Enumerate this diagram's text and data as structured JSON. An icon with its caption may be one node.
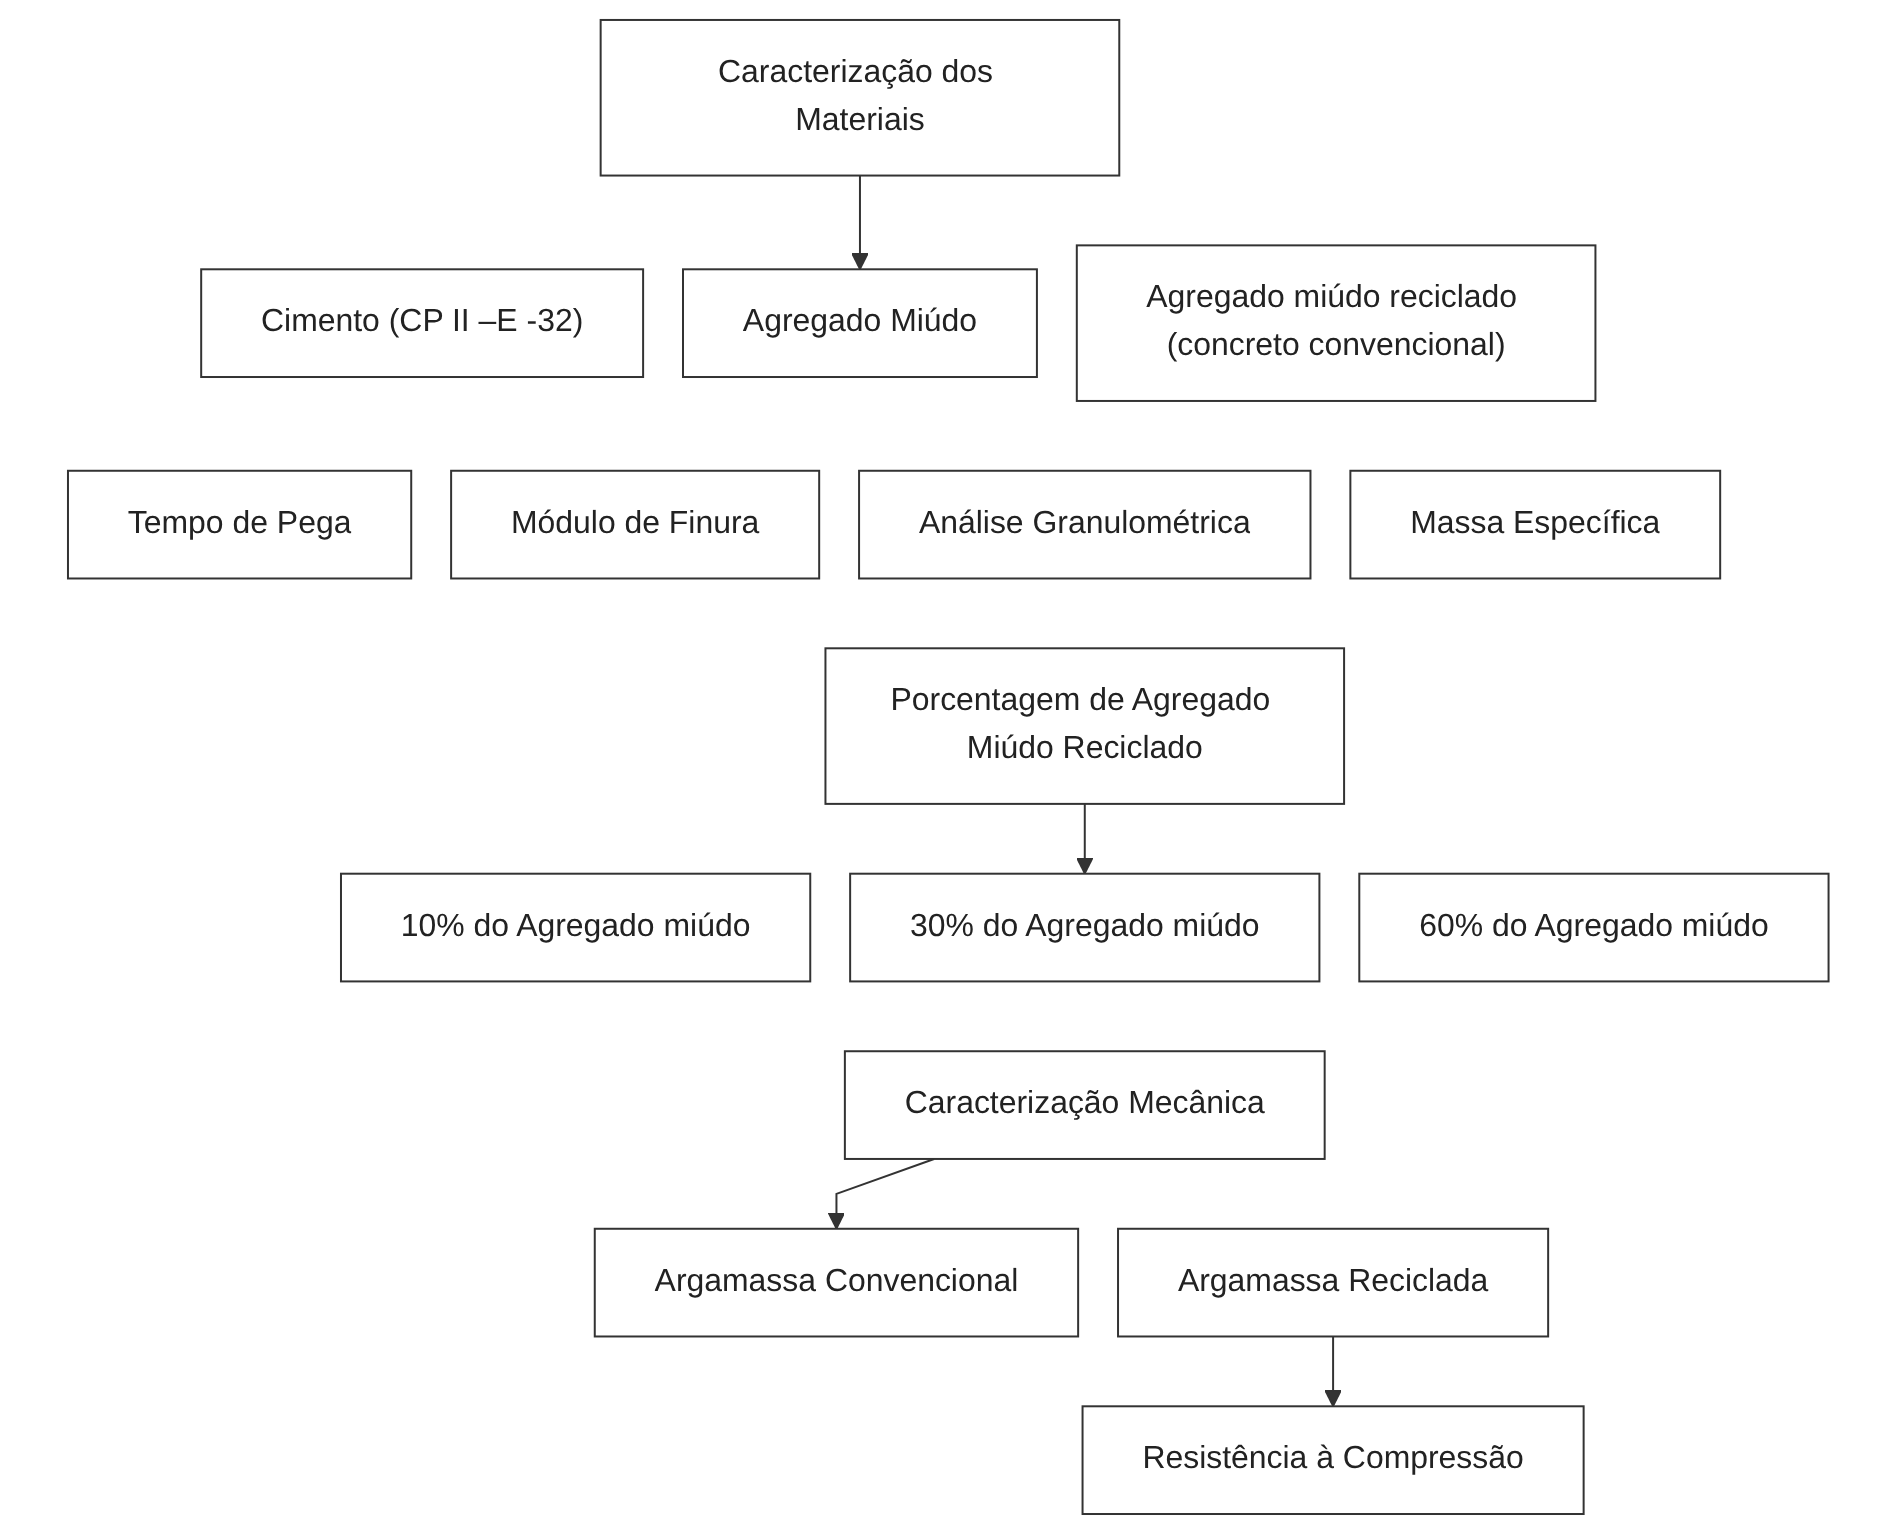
{
  "diagram": {
    "nodes": [
      {
        "text": [
          "Caracterização dos Materiais"
        ]
      },
      {
        "text": [
          "Cimento (CP II –E -32)"
        ]
      },
      {
        "text": [
          "Agregado Miúdo"
        ]
      },
      {
        "text": [
          "Agregado miúdo reciclado (concreto convencional)"
        ]
      },
      {
        "text": [
          "Tempo de Pega"
        ]
      },
      {
        "text": [
          "Módulo de Finura"
        ]
      },
      {
        "text": [
          "Análise Granulométrica"
        ]
      },
      {
        "text": [
          "Massa Específica"
        ]
      },
      {
        "text": [
          "Porcentagem de Agregado Miúdo Reciclado"
        ]
      },
      {
        "text": [
          "10% do Agregado miúdo"
        ]
      },
      {
        "text": [
          "30% do Agregado miúdo"
        ]
      },
      {
        "text": [
          "60% do Agregado miúdo"
        ]
      },
      {
        "text": [
          "Caracterização Mecânica"
        ]
      },
      {
        "text": [
          "Argamassa Convencional"
        ]
      },
      {
        "text": [
          "Argamassa Reciclada"
        ]
      },
      {
        "text": [
          "Resistência à Compressão"
        ]
      }
    ],
    "edges": [
      {
        "from": 0,
        "to": 2,
        "arrow": "to"
      },
      {
        "from": 8,
        "to": 10,
        "arrow": "to"
      },
      {
        "from": 12,
        "to": 13,
        "arrow": "to"
      },
      {
        "from": 14,
        "to": 15,
        "arrow": "to"
      }
    ]
  }
}
